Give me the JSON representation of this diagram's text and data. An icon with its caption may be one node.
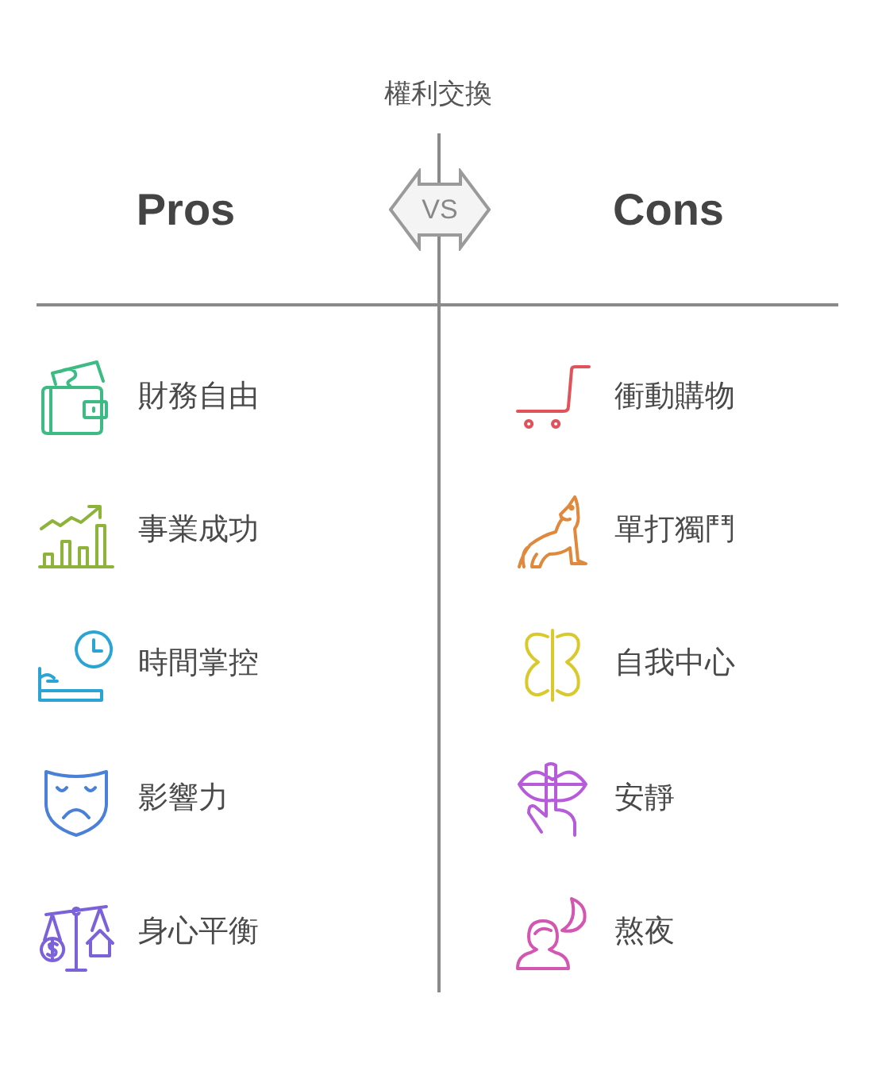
{
  "diagram": {
    "title": "權利交換",
    "nodes": [
      {
        "text": [
          "VS"
        ]
      }
    ],
    "labels": [
      "Pros",
      "Cons",
      "財務自由",
      "衝動購物",
      "事業成功",
      "單打獨鬥",
      "時間掌控",
      "自我中心",
      "影響力",
      "安靜",
      "身心平衡",
      "熬夜"
    ]
  }
}
